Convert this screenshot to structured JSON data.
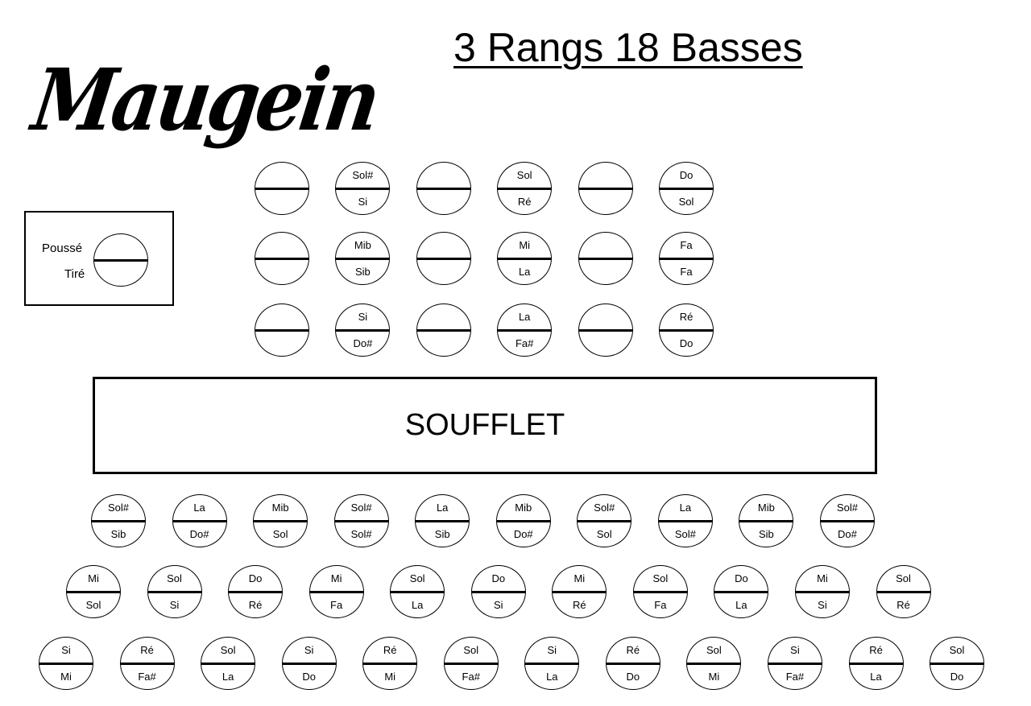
{
  "title": "3 Rangs 18 Basses",
  "logo": "Maugein",
  "legend": {
    "push_label": "Poussé",
    "pull_label": "Tiré"
  },
  "soufflet_label": "SOUFFLET",
  "bass_rows": [
    [
      [
        "",
        ""
      ],
      [
        "Sol#",
        "Si"
      ],
      [
        "",
        ""
      ],
      [
        "Sol",
        "Ré"
      ],
      [
        "",
        ""
      ],
      [
        "Do",
        "Sol"
      ]
    ],
    [
      [
        "",
        ""
      ],
      [
        "Mib",
        "Sib"
      ],
      [
        "",
        ""
      ],
      [
        "Mi",
        "La"
      ],
      [
        "",
        ""
      ],
      [
        "Fa",
        "Fa"
      ]
    ],
    [
      [
        "",
        ""
      ],
      [
        "Si",
        "Do#"
      ],
      [
        "",
        ""
      ],
      [
        "La",
        "Fa#"
      ],
      [
        "",
        ""
      ],
      [
        "Ré",
        "Do"
      ]
    ]
  ],
  "treble_rows": [
    [
      [
        "Sol#",
        "Sib"
      ],
      [
        "La",
        "Do#"
      ],
      [
        "Mib",
        "Sol"
      ],
      [
        "Sol#",
        "Sol#"
      ],
      [
        "La",
        "Sib"
      ],
      [
        "Mib",
        "Do#"
      ],
      [
        "Sol#",
        "Sol"
      ],
      [
        "La",
        "Sol#"
      ],
      [
        "Mib",
        "Sib"
      ],
      [
        "Sol#",
        "Do#"
      ]
    ],
    [
      [
        "Mi",
        "Sol"
      ],
      [
        "Sol",
        "Si"
      ],
      [
        "Do",
        "Ré"
      ],
      [
        "Mi",
        "Fa"
      ],
      [
        "Sol",
        "La"
      ],
      [
        "Do",
        "Si"
      ],
      [
        "Mi",
        "Ré"
      ],
      [
        "Sol",
        "Fa"
      ],
      [
        "Do",
        "La"
      ],
      [
        "Mi",
        "Si"
      ],
      [
        "Sol",
        "Ré"
      ]
    ],
    [
      [
        "Si",
        "Mi"
      ],
      [
        "Ré",
        "Fa#"
      ],
      [
        "Sol",
        "La"
      ],
      [
        "Si",
        "Do"
      ],
      [
        "Ré",
        "Mi"
      ],
      [
        "Sol",
        "Fa#"
      ],
      [
        "Si",
        "La"
      ],
      [
        "Ré",
        "Do"
      ],
      [
        "Sol",
        "Mi"
      ],
      [
        "Si",
        "Fa#"
      ],
      [
        "Ré",
        "La"
      ],
      [
        "Sol",
        "Do"
      ]
    ]
  ]
}
